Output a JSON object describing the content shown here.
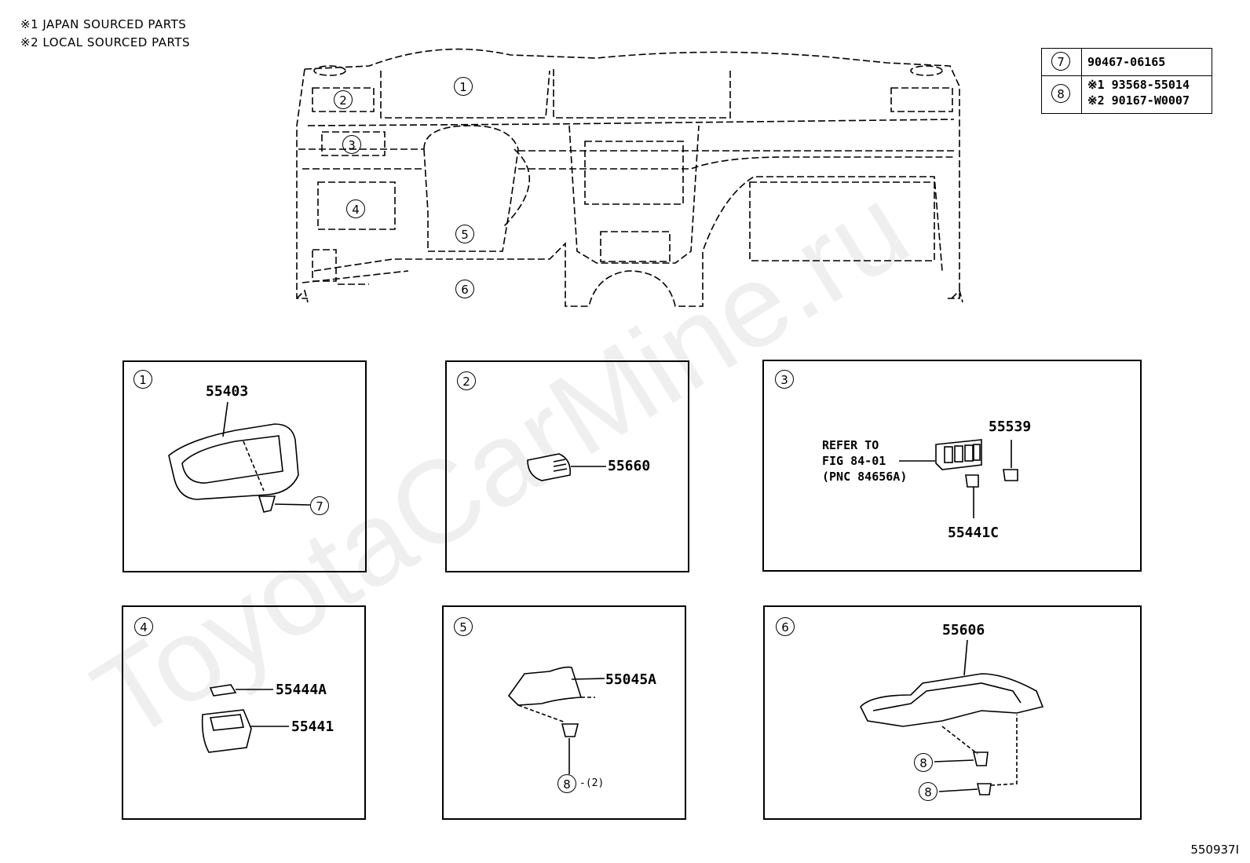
{
  "notes": [
    "※1 JAPAN SOURCED PARTS",
    "※2 LOCAL SOURCED PARTS"
  ],
  "callouts": [
    "1",
    "2",
    "3",
    "4",
    "5",
    "6"
  ],
  "table": {
    "row7": {
      "num": "7",
      "part": "90467-06165"
    },
    "row8": {
      "num": "8",
      "line1": "※1 93568-55014",
      "line2": "※2 90167-W0007"
    }
  },
  "panels": {
    "p1": {
      "num": "1",
      "part": "55403",
      "fastener": "7"
    },
    "p2": {
      "num": "2",
      "part": "55660"
    },
    "p3": {
      "num": "3",
      "refer1": "REFER TO",
      "refer2": "FIG 84-01",
      "refer3": "(PNC 84656A)",
      "partA": "55539",
      "partB": "55441C"
    },
    "p4": {
      "num": "4",
      "partA": "55444A",
      "partB": "55441"
    },
    "p5": {
      "num": "5",
      "part": "55045A",
      "fastener": "8",
      "qty": "-(2)"
    },
    "p6": {
      "num": "6",
      "part": "55606",
      "fastenerA": "8",
      "fastenerB": "8"
    }
  },
  "watermark": "ToyotaCarMine.ru",
  "ref_code": "550937I"
}
